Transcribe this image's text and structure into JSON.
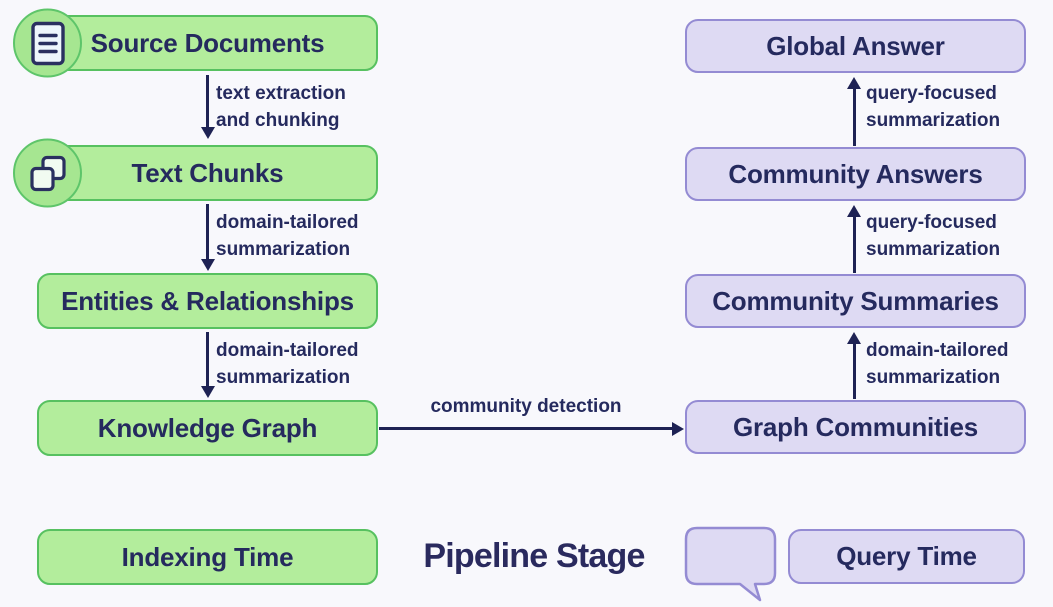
{
  "background": "#f8f8fc",
  "colors": {
    "green_fill": "#b3ed9c",
    "green_border": "#57c160",
    "badge_fill": "#a6e691",
    "purple_fill": "#dedaf3",
    "purple_border": "#948bd3",
    "ink": "#252a5e",
    "arrow": "#1e2254"
  },
  "indexing": {
    "nodes": [
      {
        "label": "Source Documents",
        "icon": "document-icon"
      },
      {
        "label": "Text Chunks",
        "icon": "copy-icon"
      },
      {
        "label": "Entities & Relationships"
      },
      {
        "label": "Knowledge Graph"
      }
    ],
    "edges": [
      {
        "line1": "text extraction",
        "line2": "and chunking"
      },
      {
        "line1": "domain-tailored",
        "line2": "summarization"
      },
      {
        "line1": "domain-tailored",
        "line2": "summarization"
      }
    ]
  },
  "bridge": {
    "label": "community detection"
  },
  "query": {
    "nodes": [
      {
        "label": "Global Answer"
      },
      {
        "label": "Community Answers"
      },
      {
        "label": "Community Summaries"
      },
      {
        "label": "Graph Communities"
      }
    ],
    "edges": [
      {
        "line1": "query-focused",
        "line2": "summarization"
      },
      {
        "line1": "query-focused",
        "line2": "summarization"
      },
      {
        "line1": "domain-tailored",
        "line2": "summarization"
      }
    ]
  },
  "legend": {
    "indexing_label": "Indexing Time",
    "title": "Pipeline Stage",
    "bubble_icon": "speech-bubble-icon",
    "query_label": "Query Time"
  }
}
